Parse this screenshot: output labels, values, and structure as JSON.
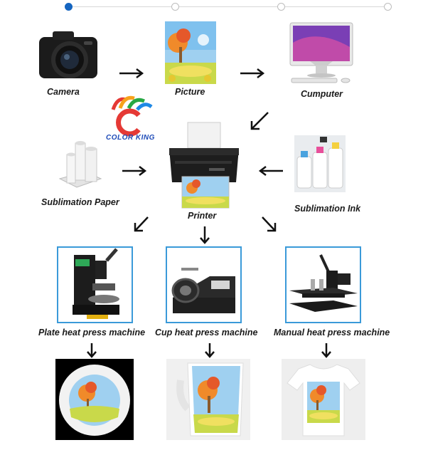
{
  "carousel": {
    "count": 4,
    "active_index": 0
  },
  "logo": {
    "brand": "COLOR KING"
  },
  "nodes": {
    "camera": "Camera",
    "picture": "Picture",
    "computer": "Cumputer",
    "paper": "Sublimation Paper",
    "printer": "Printer",
    "ink": "Sublimation Ink",
    "plate_machine": "Plate heat press machine",
    "cup_machine": "Cup heat press machine",
    "manual_machine": "Manual heat press machine"
  },
  "colors": {
    "accent": "#1565c0",
    "frame": "#3a9ad9",
    "logo_red": "#e53935",
    "logo_blue": "#1e4bb8"
  },
  "icons": [
    "camera-icon",
    "picture-icon",
    "computer-icon",
    "paper-rolls-icon",
    "printer-icon",
    "ink-bottles-icon",
    "plate-press-icon",
    "cup-press-icon",
    "manual-press-icon",
    "plate-product-icon",
    "mug-product-icon",
    "tshirt-product-icon"
  ]
}
